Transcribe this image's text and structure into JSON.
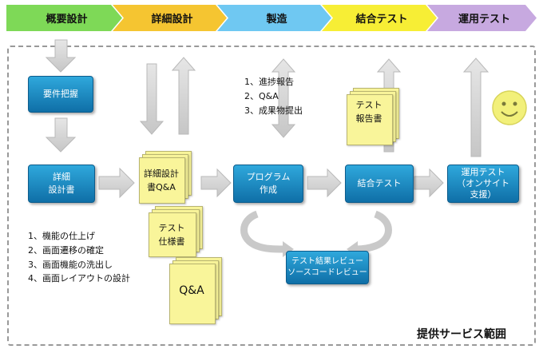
{
  "phases": [
    {
      "label": "概要設計",
      "color": "#7ed957"
    },
    {
      "label": "詳細設計",
      "color": "#f5c531"
    },
    {
      "label": "製造",
      "color": "#6fc8f2"
    },
    {
      "label": "結合テスト",
      "color": "#f7ee35"
    },
    {
      "label": "運用テスト",
      "color": "#c7a9e0"
    }
  ],
  "boxes": {
    "requirements": "要件把握",
    "detail_doc_line1": "詳細",
    "detail_doc_line2": "設計書",
    "program_line1": "プログラム",
    "program_line2": "作成",
    "integration": "結合テスト",
    "ops_line1": "運用テスト",
    "ops_line2": "（オンサイト",
    "ops_line3": "支援）",
    "review_line1": "テスト結果レビュー",
    "review_line2": "ソースコードレビュー"
  },
  "notes": {
    "detail_doc_line1": "詳細設計",
    "detail_doc_line2": "書Q&A",
    "test_spec_line1": "テスト",
    "test_spec_line2": "仕様書",
    "qa": "Q&A",
    "test_report_line1": "テスト",
    "test_report_line2": "報告書"
  },
  "reporting": [
    "1、進捗報告",
    "2、Q&A",
    "3、成果物提出"
  ],
  "detail_tasks": [
    "1、機能の仕上げ",
    "2、画面遷移の確定",
    "3、画面機能の洗出し",
    "4、画面レイアウトの設計"
  ],
  "scope_label": "提供サービス範囲",
  "colors": {
    "blue": "#1a8bc8",
    "arrow": "#cfcfcf",
    "smiley": "#f2f07a"
  }
}
